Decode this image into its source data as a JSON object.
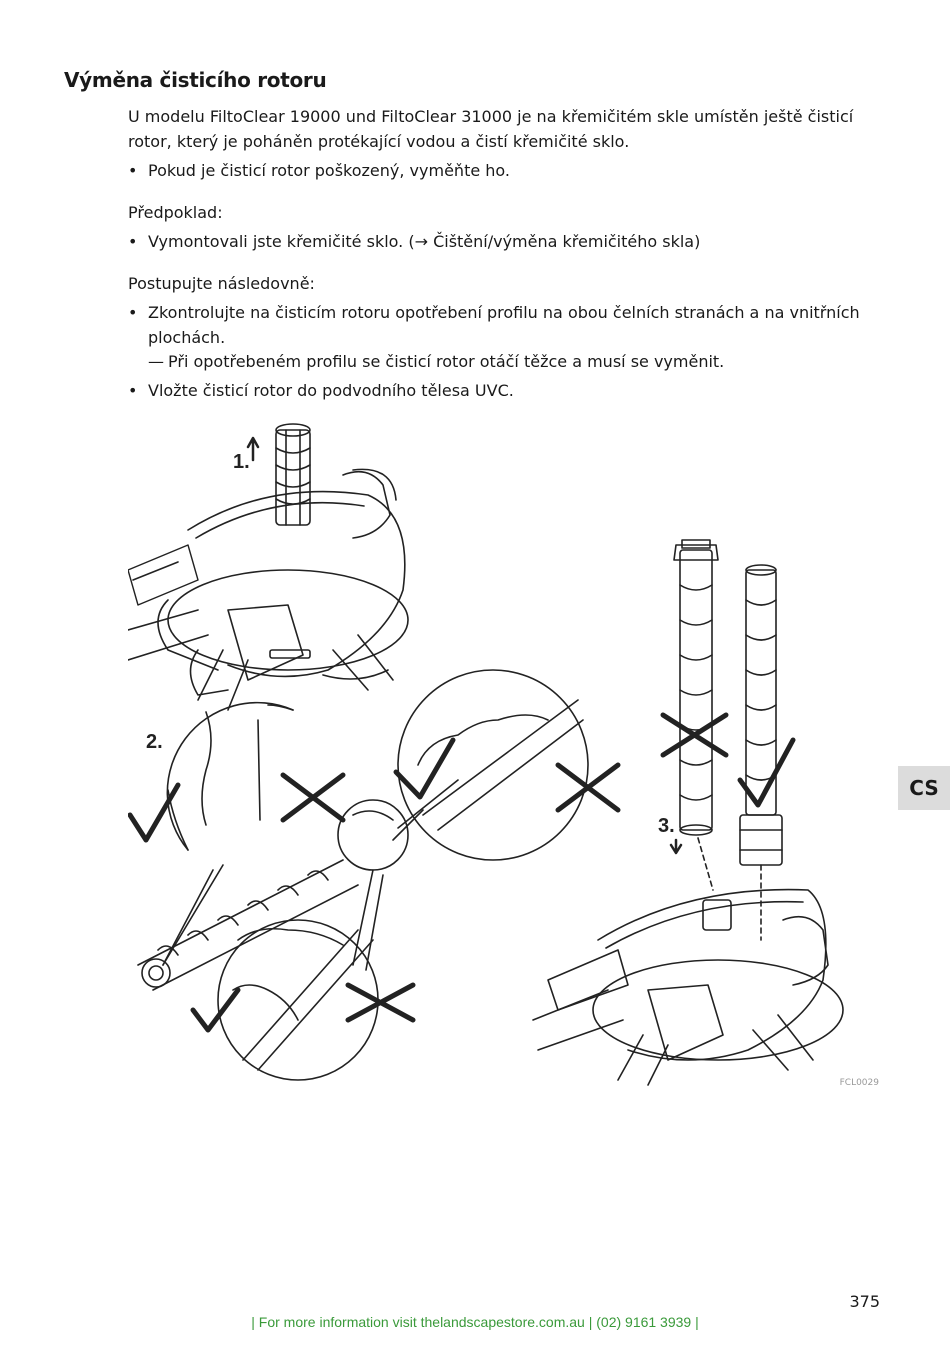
{
  "heading": "Výměna čisticího rotoru",
  "intro": "U modelu FiltoClear 19000 und FiltoClear 31000 je na křemičitém skle umístěn ještě čisticí rotor, který je poháněn protékající vodou a čistí křemičité sklo.",
  "intro_bullet": "Pokud je čisticí rotor poškozený, vyměňte ho.",
  "prerequisite_label": "Předpoklad:",
  "prerequisite_bullet": "Vymontovali jste křemičité sklo. (→ Čištění/výměna křemičitého skla)",
  "procedure_label": "Postupujte následovně:",
  "step1": "Zkontrolujte na čisticím rotoru opotřebení profilu na obou čelních stranách a na vnitřních plochách.",
  "step1_sub": "Při opotřebeném profilu se čisticí rotor otáčí těžce a musí se vyměnit.",
  "step2": "Vložte čisticí rotor do podvodního tělesa UVC.",
  "figure": {
    "label1": "1.",
    "label2": "2.",
    "label3": "3.",
    "code": "FCL0029"
  },
  "bullet_char": "•",
  "dash_char": "—",
  "language_tab": "CS",
  "page_number": "375",
  "footer": "| For more information visit thelandscapestore.com.au | (02) 9161 3939 |"
}
